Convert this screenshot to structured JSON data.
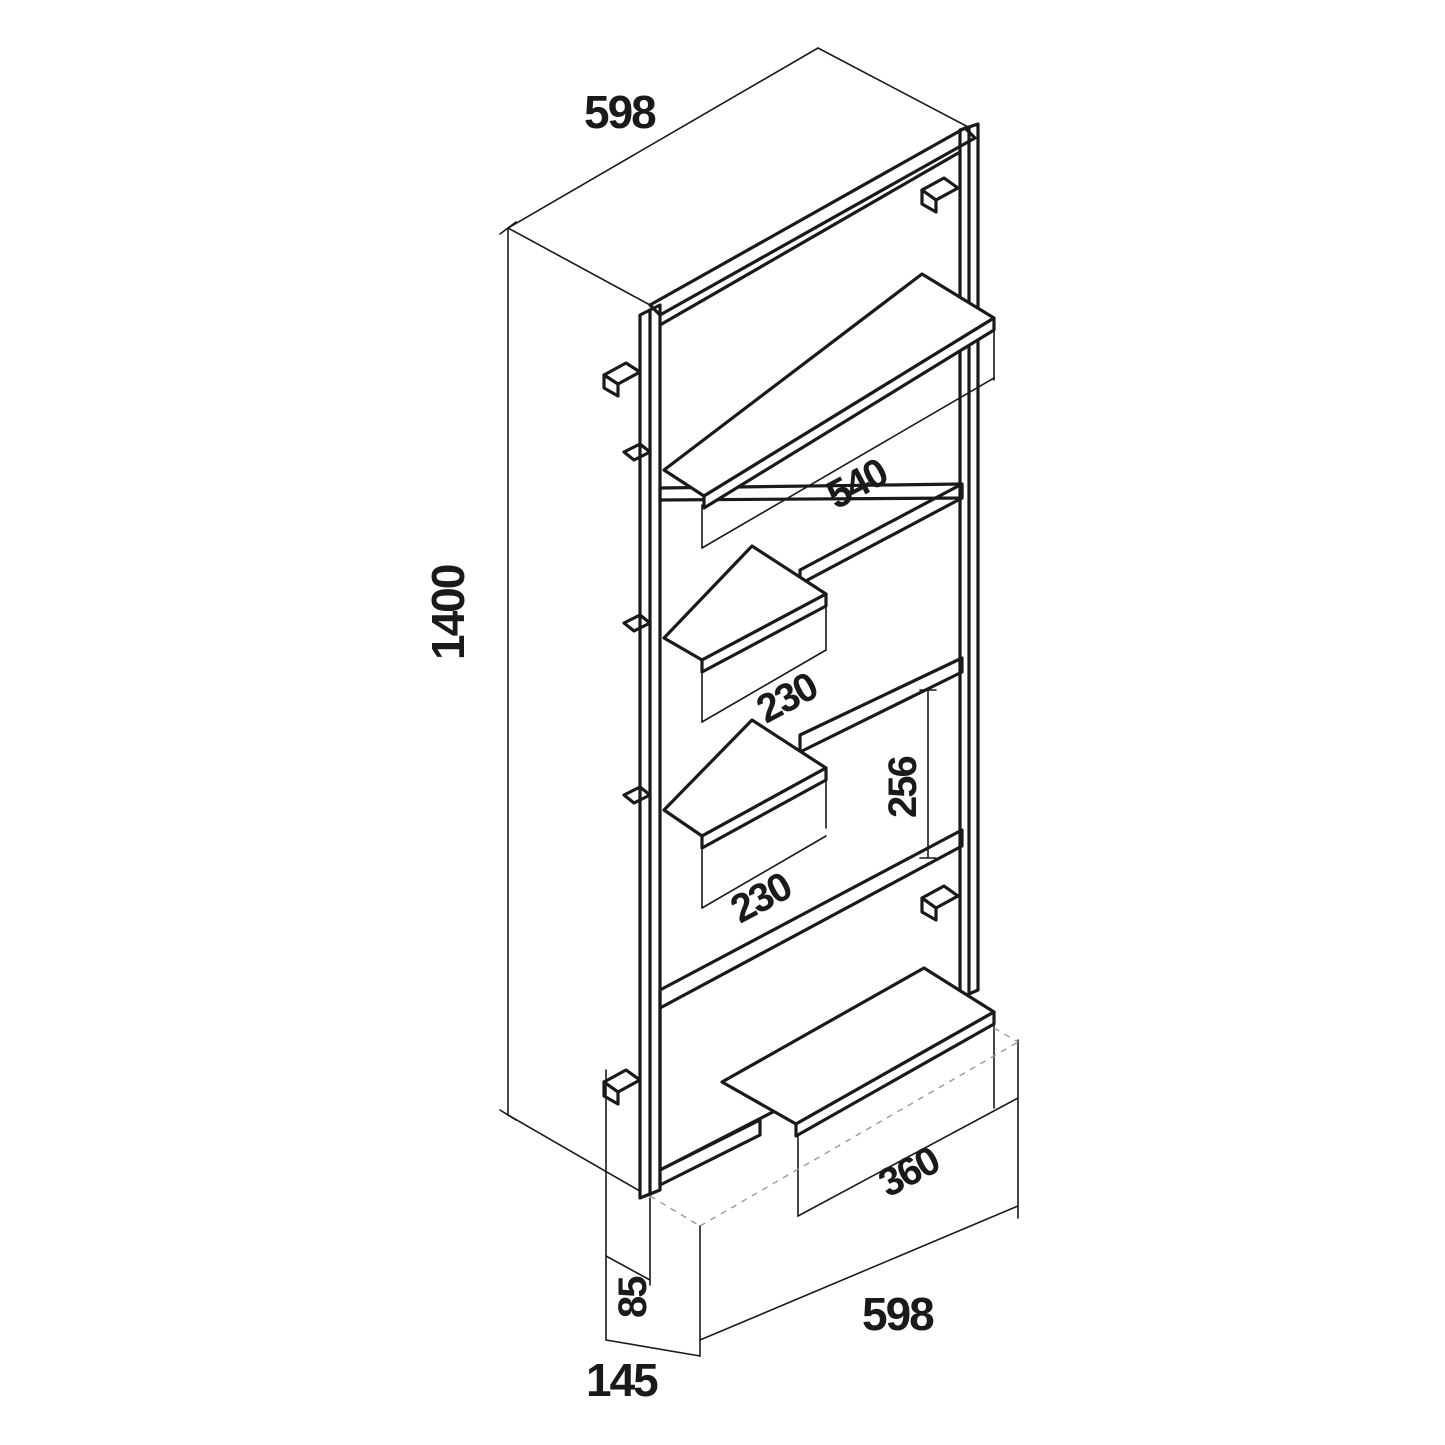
{
  "dimensions": {
    "top_width": "598",
    "height": "1400",
    "top_shelf_depth": "540",
    "upper_small_shelf_depth": "230",
    "lower_small_shelf_depth": "230",
    "shelf_spacing": "256",
    "bottom_shelf_depth": "360",
    "base_width": "598",
    "side_offset": "85",
    "base_depth": "145"
  },
  "colors": {
    "line": "#1a1a1a",
    "guide": "#9a9a9a",
    "background": "#ffffff"
  }
}
